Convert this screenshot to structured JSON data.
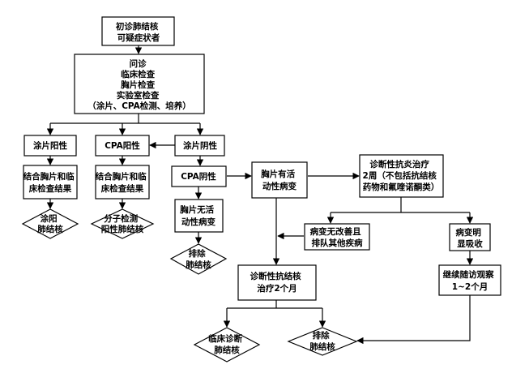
{
  "nodes": {
    "initial": [
      "初诊肺结核",
      "可疑症状者"
    ],
    "exam": [
      "问诊",
      "临床检查",
      "胸片检查",
      "实验室检查",
      "（涂片、CPA检测、培养）"
    ],
    "smear_pos": [
      "涂片阳性"
    ],
    "cpa_pos": [
      "CPA阳性"
    ],
    "smear_neg": [
      "涂片阴性"
    ],
    "combine1": [
      "结合胸片和临",
      "床检查结果"
    ],
    "combine2": [
      "结合胸片和临",
      "床检查结果"
    ],
    "cpa_neg": [
      "CPA阴性"
    ],
    "smear_tb": [
      "涂阳",
      "肺结核"
    ],
    "molecular_tb": [
      "分子检测",
      "阳性肺结核"
    ],
    "no_active": [
      "胸片无活",
      "动性病变"
    ],
    "exclude1": [
      "排除",
      "肺结核"
    ],
    "active": [
      "胸片有活",
      "动性病变"
    ],
    "anti_inflam": [
      "诊断性抗炎治疗",
      "2周（不包括抗结核",
      "药物和氟喹诺酮类）"
    ],
    "no_improve": [
      "病变无改善且",
      "排队其他疾病"
    ],
    "absorbed": [
      "病变明",
      "显吸收"
    ],
    "diag_tx": [
      "诊断性抗结核",
      "治疗2个月"
    ],
    "followup": [
      "继续随访观察",
      "1~2个月"
    ],
    "clinical_tb": [
      "临床诊断",
      "肺结核"
    ],
    "exclude2": [
      "排除",
      "肺结核"
    ]
  }
}
